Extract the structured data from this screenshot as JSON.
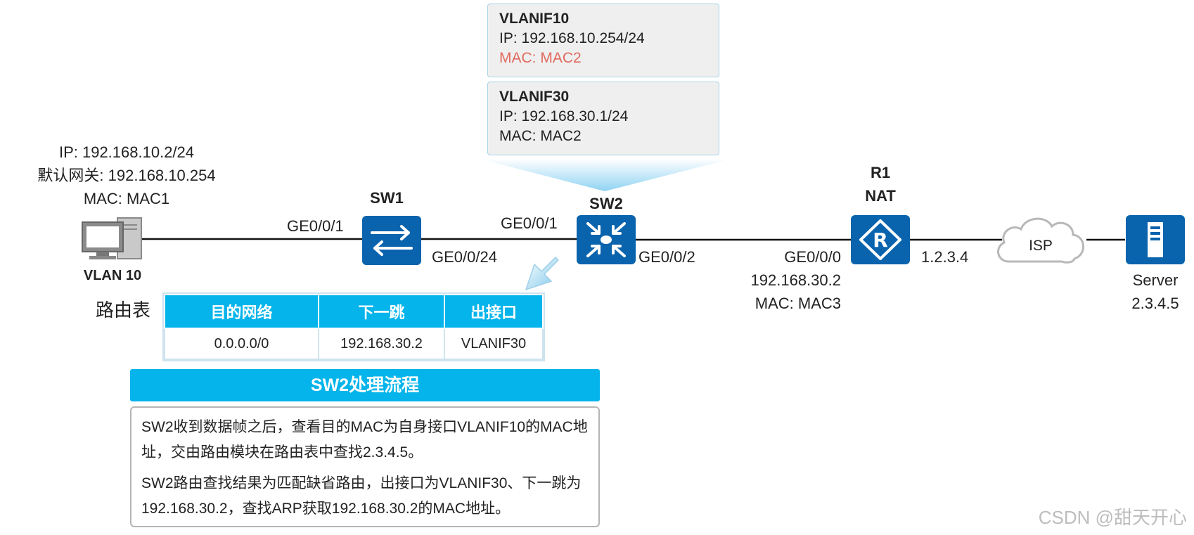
{
  "vlanif10": {
    "title": "VLANIF10",
    "ip": "IP: 192.168.10.254/24",
    "mac": "MAC: MAC2"
  },
  "vlanif30": {
    "title": "VLANIF30",
    "ip": "IP: 192.168.30.1/24",
    "mac": "MAC: MAC2"
  },
  "pc": {
    "ip": "IP: 192.168.10.2/24",
    "gateway": "默认网关: 192.168.10.254",
    "mac": "MAC: MAC1",
    "vlan": "VLAN 10"
  },
  "sw1": {
    "name": "SW1",
    "port_left": "GE0/0/1",
    "port_right": "GE0/0/24"
  },
  "sw2": {
    "name": "SW2",
    "port_left": "GE0/0/1",
    "port_right": "GE0/0/2"
  },
  "r1": {
    "name": "R1",
    "role": "NAT",
    "port": "GE0/0/0",
    "ip": "192.168.30.2",
    "mac": "MAC: MAC3",
    "wan_ip": "1.2.3.4"
  },
  "isp": {
    "label": "ISP"
  },
  "server": {
    "label": "Server",
    "ip": "2.3.4.5"
  },
  "routing_table": {
    "caption": "路由表",
    "headers": [
      "目的网络",
      "下一跳",
      "出接口"
    ],
    "rows": [
      [
        "0.0.0.0/0",
        "192.168.30.2",
        "VLANIF30"
      ]
    ]
  },
  "process": {
    "title": "SW2处理流程",
    "paragraphs": [
      "SW2收到数据帧之后，查看目的MAC为自身接口VLANIF10的MAC地址，交由路由模块在路由表中查找2.3.4.5。",
      "SW2路由查找结果为匹配缺省路由，出接口为VLANIF30、下一跳为192.168.30.2，查找ARP获取192.168.30.2的MAC地址。"
    ]
  },
  "watermark": "CSDN @甜天开心",
  "colors": {
    "device_blue": "#0a63ad",
    "header_cyan": "#04b4ea",
    "mac_red": "#e06a5f"
  }
}
